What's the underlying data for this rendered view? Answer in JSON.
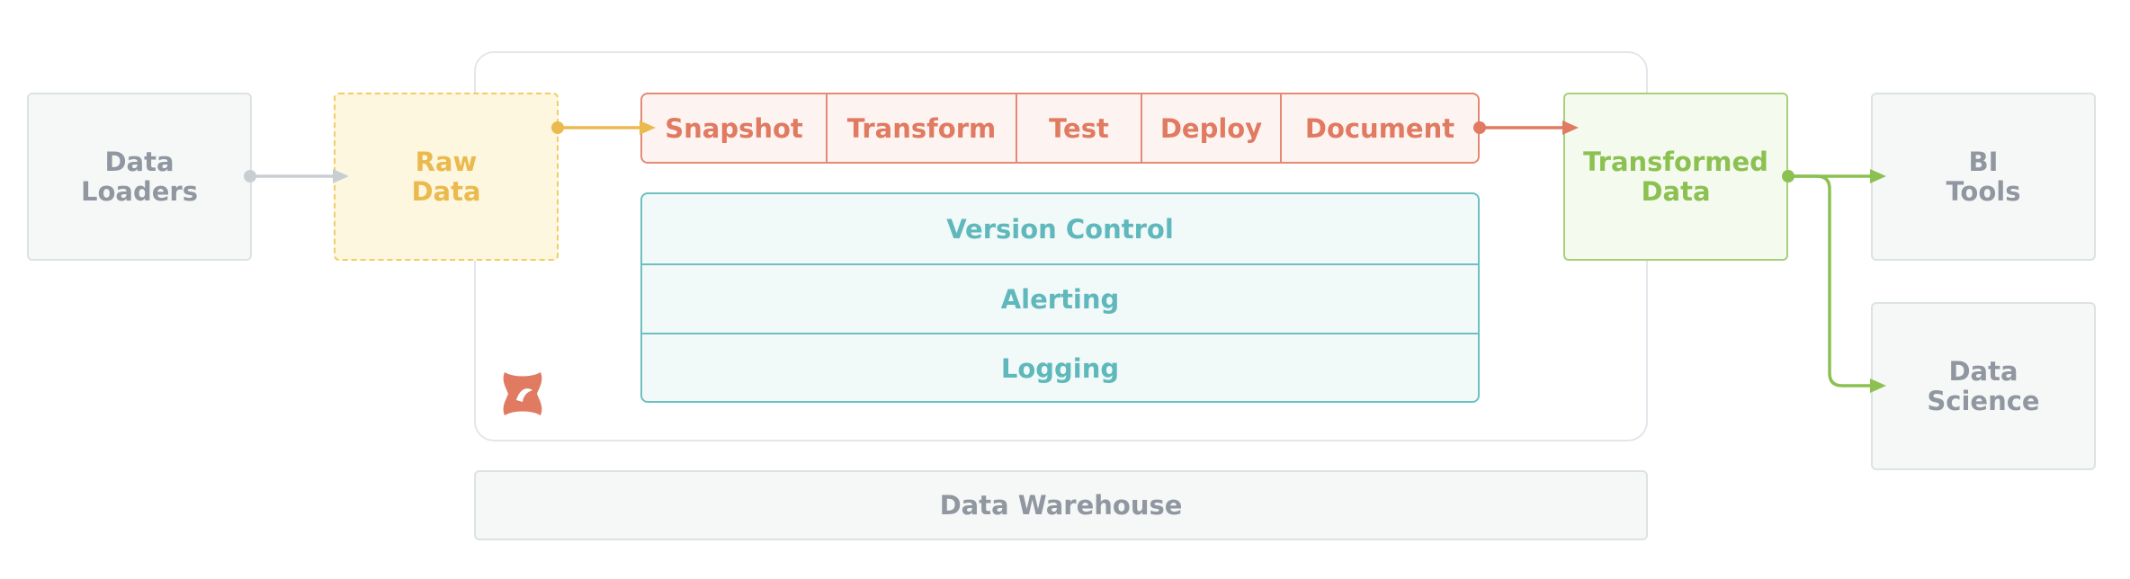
{
  "nodes": {
    "data_loaders": "Data\nLoaders",
    "raw_data": "Raw\nData",
    "transformed_data": "Transformed\nData",
    "bi_tools": "BI\nTools",
    "data_science": "Data\nScience",
    "data_warehouse": "Data Warehouse"
  },
  "pipeline_steps": [
    "Snapshot",
    "Transform",
    "Test",
    "Deploy",
    "Document"
  ],
  "platform_features": [
    "Version Control",
    "Alerting",
    "Logging"
  ],
  "colors": {
    "gray": "#9097a0",
    "raw": "#ebba4f",
    "steps": "#e07a61",
    "features": "#5fb8bb",
    "transformed": "#8cc152",
    "connector_gray": "#c9ced3"
  },
  "icons": [
    "dbt-logo-icon"
  ]
}
